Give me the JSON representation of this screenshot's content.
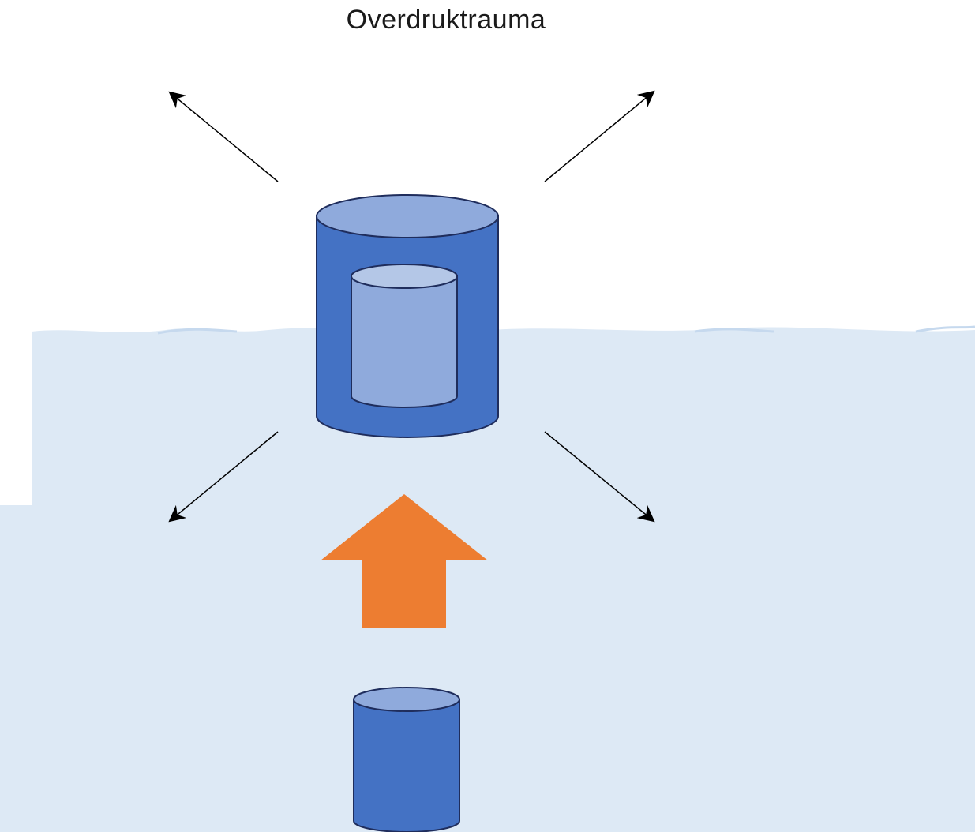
{
  "title": "Overdruktrauma",
  "colors": {
    "water": "#dde9f5",
    "cylinder_body": "#4472c4",
    "cylinder_top": "#8faadc",
    "inner_cylinder_body": "#8faadc",
    "inner_cylinder_top": "#b4c7e7",
    "outline": "#1f2d5c",
    "arrow": "#ed7d31",
    "expansion_arrow": "#000000"
  },
  "elements": {
    "large_cylinder": "expanded-gas-container",
    "inner_cylinder": "original-volume",
    "small_cylinder": "compressed-gas-container",
    "upward_arrow": "ascent-direction",
    "expansion_arrows": [
      "up-left",
      "up-right",
      "down-left",
      "down-right"
    ]
  }
}
